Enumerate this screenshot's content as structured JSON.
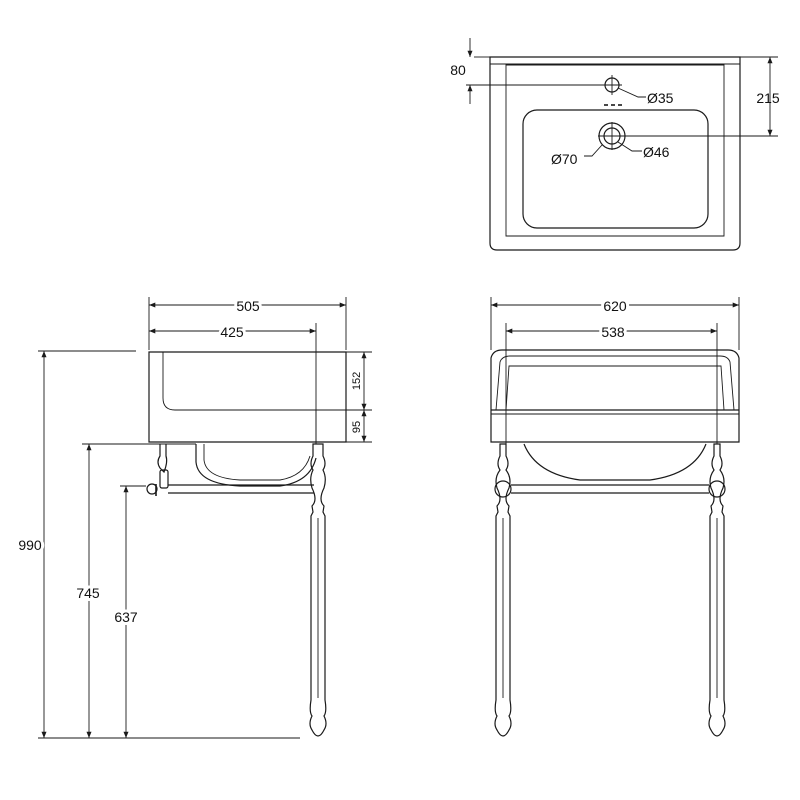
{
  "top_view": {
    "dim_80": "80",
    "dim_215": "215",
    "dia_35": "Ø35",
    "dia_46": "Ø46",
    "dia_70": "Ø70"
  },
  "side_view": {
    "dim_505": "505",
    "dim_425": "425",
    "dim_152": "152",
    "dim_95": "95",
    "dim_990": "990",
    "dim_745": "745",
    "dim_637": "637"
  },
  "front_view": {
    "dim_620": "620",
    "dim_538": "538"
  },
  "colors": {
    "line": "#1a1a1a",
    "background": "#ffffff"
  }
}
